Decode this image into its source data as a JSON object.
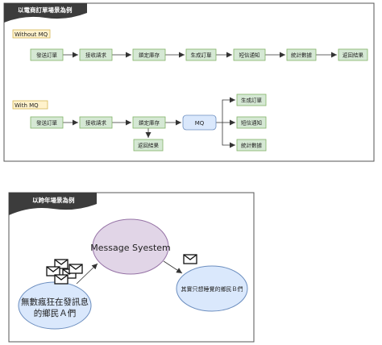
{
  "panel1": {
    "title": "以電商訂單場景為例",
    "without_label": "Without MQ",
    "with_label": "With MQ",
    "without_steps": [
      "發送訂單",
      "接收請求",
      "鎖定庫存",
      "生成訂單",
      "短信通知",
      "統計數據",
      "返回結果"
    ],
    "with_steps": [
      "發送訂單",
      "接收請求",
      "鎖定庫存"
    ],
    "with_return": "返回結果",
    "mq_label": "MQ",
    "mq_targets": [
      "生成訂單",
      "短信通知",
      "統計數據"
    ]
  },
  "panel2": {
    "title": "以跨年場景為例",
    "system_label": "Message Syestem",
    "senders_line1": "無數瘋狂在發訊息",
    "senders_line2": "的鄉民Ａ們",
    "receiver_label": "其實只想睡覺的鄉民Ｂ們"
  },
  "colors": {
    "step_fill": "#d5e8d4",
    "step_stroke": "#82b366",
    "mq_fill": "#dae8fc",
    "mq_stroke": "#6c8ebf",
    "system_fill": "#e1d5e7",
    "system_stroke": "#9673a6",
    "label_fill": "#fff2cc",
    "label_stroke": "#d6b656",
    "banner_fill": "#3c3c3c"
  }
}
